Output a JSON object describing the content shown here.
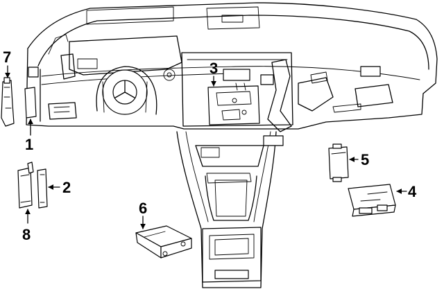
{
  "callouts": {
    "c1": "1",
    "c2": "2",
    "c3": "3",
    "c4": "4",
    "c5": "5",
    "c6": "6",
    "c7": "7",
    "c8": "8"
  },
  "console_label": "",
  "colors": {
    "line": "#000000",
    "background": "#ffffff"
  }
}
